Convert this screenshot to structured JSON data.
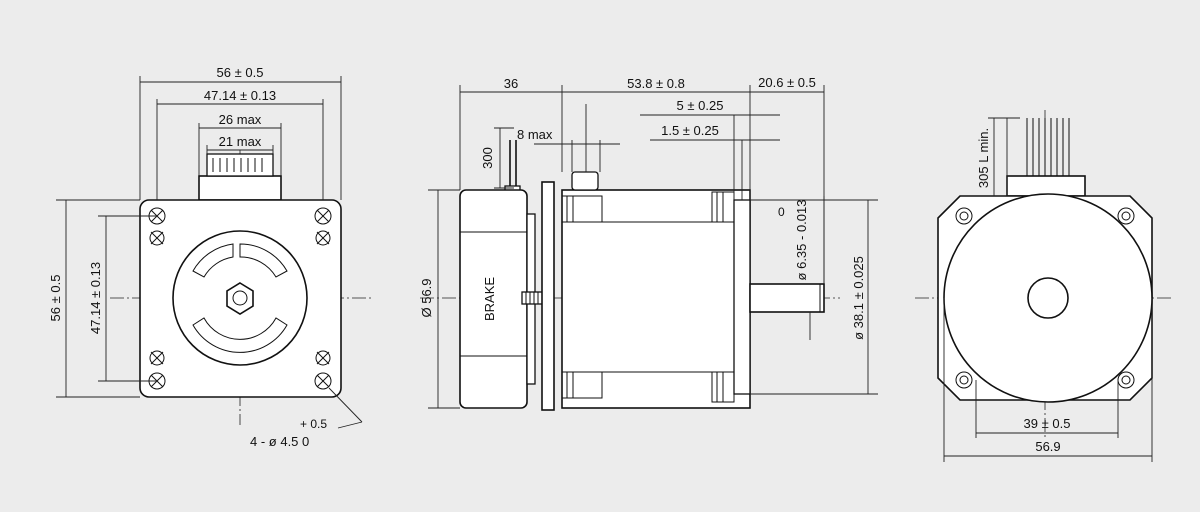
{
  "front_view": {
    "width_outer": "56 ± 0.5",
    "width_hole_pitch": "47.14 ± 0.13",
    "connector_max": "26 max",
    "pins_max": "21 max",
    "height_outer": "56 ± 0.5",
    "height_hole_pitch": "47.14 ± 0.13",
    "hole_tol": "+ 0.5",
    "hole_spec": "4 - ø 4.5  0"
  },
  "side_view": {
    "brake_length": "36",
    "body_length": "53.8 ± 0.8",
    "shaft_length": "20.6 ± 0.5",
    "flat_5": "5 ± 0.25",
    "flat_15": "1.5 ± 0.25",
    "cable_max": "8 max",
    "cable_length": "300",
    "brake_dia": "Ø 56.9",
    "brake_label": "BRAKE",
    "shaft_dia": "ø 6.35 - 0.013",
    "shaft_tol_zero": "0",
    "pilot_dia": "ø 38.1 ± 0.025"
  },
  "rear_view": {
    "lead_length": "305 L min.",
    "hole_span": "39 ± 0.5",
    "body_dia": "56.9"
  }
}
